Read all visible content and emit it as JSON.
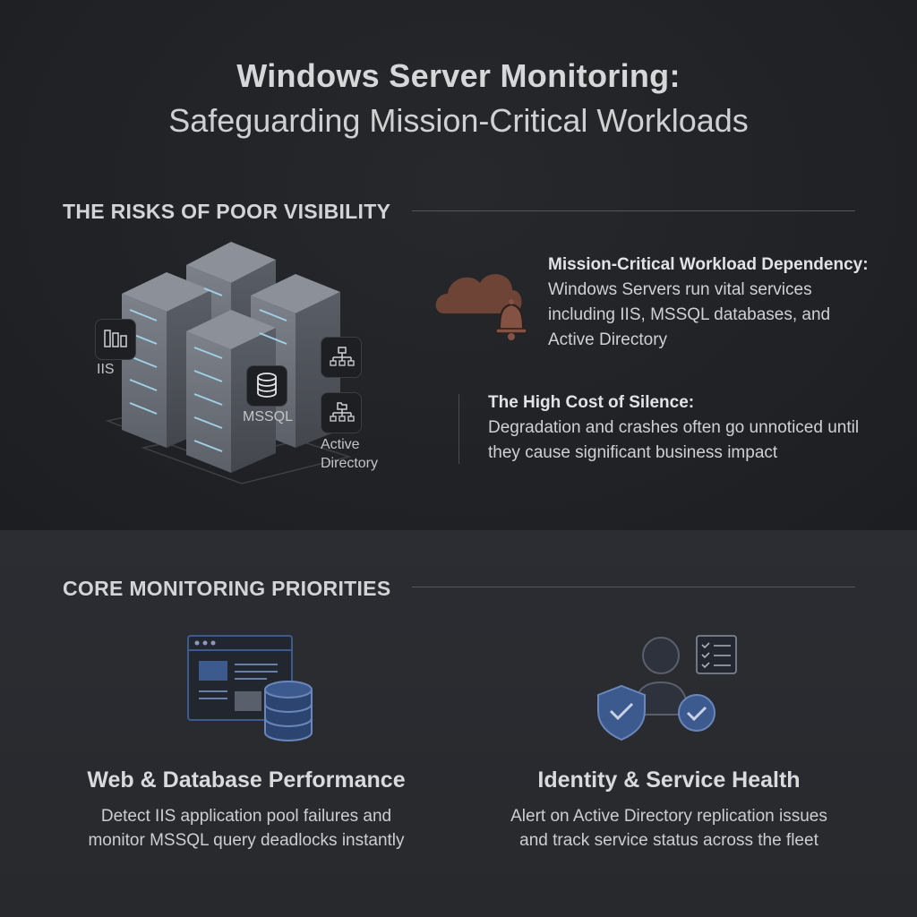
{
  "header": {
    "title_line1": "Windows Server Monitoring:",
    "title_line2": "Safeguarding Mission-Critical Workloads"
  },
  "risks": {
    "heading": "THE RISKS OF POOR VISIBILITY",
    "server_labels": {
      "iis": "IIS",
      "mssql": "MSSQL",
      "ad_line1": "Active",
      "ad_line2": "Directory"
    },
    "items": [
      {
        "title": "Mission-Critical Workload Dependency:",
        "text": "Windows Servers run vital services including IIS, MSSQL databases, and Active Directory"
      },
      {
        "title": "The High Cost of Silence:",
        "text": "Degradation and crashes often go unnoticed until they cause significant business impact"
      }
    ]
  },
  "priorities": {
    "heading": "CORE MONITORING PRIORITIES",
    "items": [
      {
        "title": "Web & Database Performance",
        "line1": "Detect IIS application pool failures and",
        "line2": "monitor MSSQL query deadlocks instantly"
      },
      {
        "title": "Identity & Service Health",
        "line1": "Alert on Active Directory replication issues",
        "line2": "and track service status across the fleet"
      }
    ]
  },
  "colors": {
    "accent_blue": "#3d5a8e",
    "alert_brown": "#7a4a3d",
    "background_dark": "#1f2125"
  }
}
